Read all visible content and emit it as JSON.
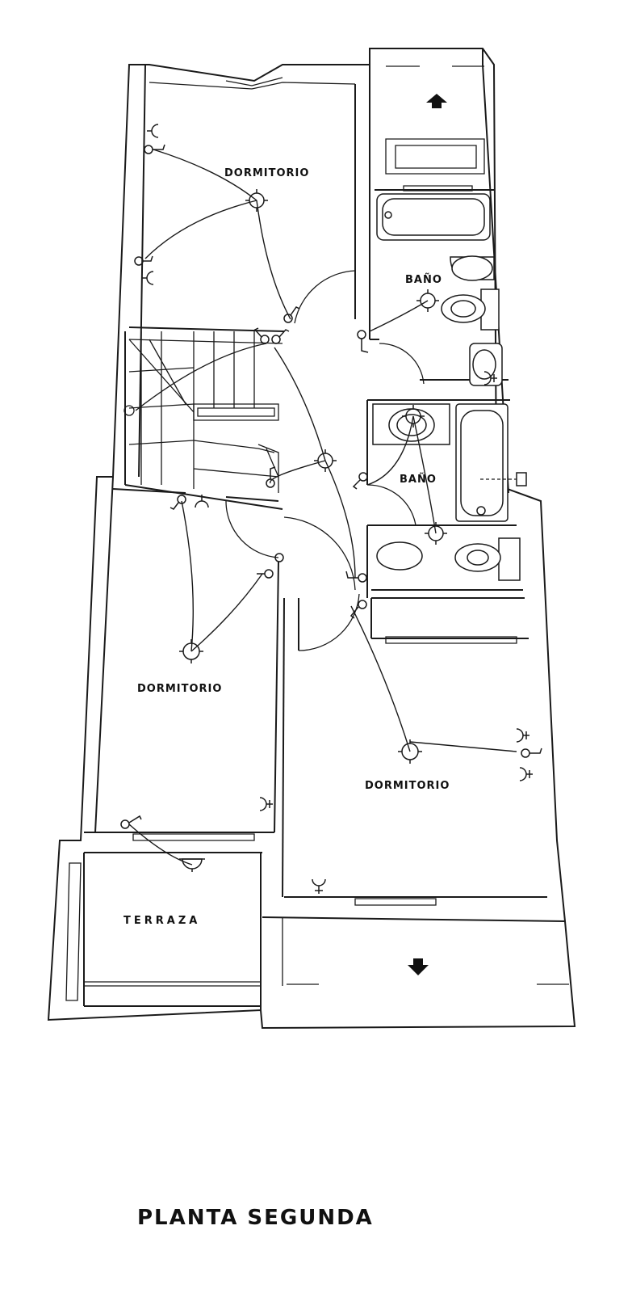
{
  "plan": {
    "title": "PLANTA SEGUNDA",
    "rooms": {
      "dormitorio_top": "DORMITORIO",
      "bano_top": "BAÑO",
      "bano_middle": "BAÑO",
      "dormitorio_left": "DORMITORIO",
      "dormitorio_right": "DORMITORIO",
      "terraza": "TERRAZA"
    },
    "symbols": {
      "light_point": "light-point-icon",
      "switch": "switch-icon",
      "socket": "socket-icon",
      "arrow": "arrow-icon"
    },
    "colors": {
      "ink": "#1a1a1a",
      "paper": "#ffffff"
    }
  }
}
